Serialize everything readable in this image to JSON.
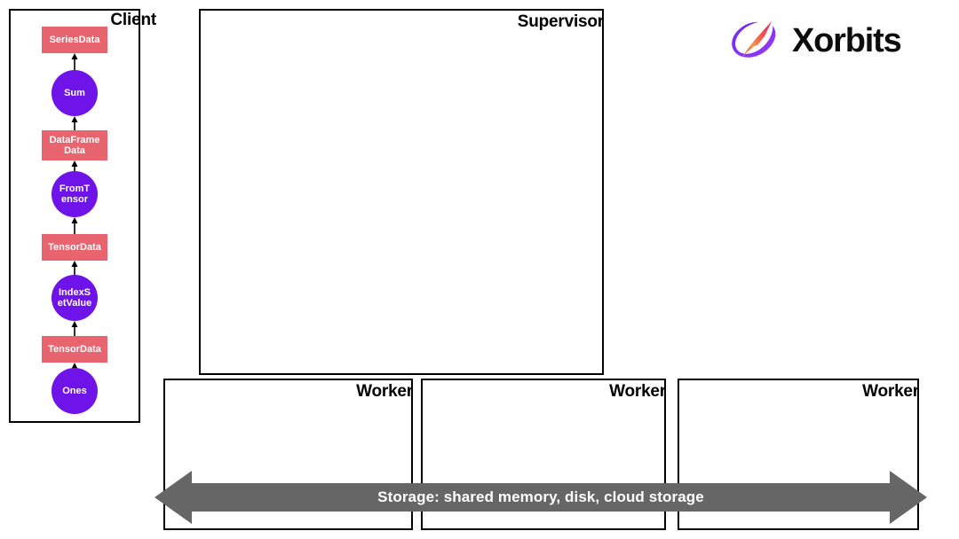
{
  "client": {
    "title": "Client",
    "graph": [
      {
        "kind": "data",
        "label": "SeriesData",
        "lines": [
          "SeriesData"
        ]
      },
      {
        "kind": "op",
        "label": "Sum",
        "lines": [
          "Sum"
        ]
      },
      {
        "kind": "data",
        "label": "DataFrameData",
        "lines": [
          "DataFrame",
          "Data"
        ]
      },
      {
        "kind": "op",
        "label": "FromTensor",
        "lines": [
          "FromT",
          "ensor"
        ]
      },
      {
        "kind": "data",
        "label": "TensorData",
        "lines": [
          "TensorData"
        ]
      },
      {
        "kind": "op",
        "label": "IndexSetValue",
        "lines": [
          "IndexS",
          "etValue"
        ]
      },
      {
        "kind": "data",
        "label": "TensorData",
        "lines": [
          "TensorData"
        ]
      },
      {
        "kind": "op",
        "label": "Ones",
        "lines": [
          "Ones"
        ]
      }
    ]
  },
  "supervisor": {
    "title": "Supervisor"
  },
  "workers": [
    {
      "title": "Worker"
    },
    {
      "title": "Worker"
    },
    {
      "title": "Worker"
    }
  ],
  "storage": {
    "label": "Storage: shared memory, disk, cloud storage",
    "color": "#666666"
  },
  "logo": {
    "wordmark": "Xorbits",
    "mark_name": "xorbits-comet-logo",
    "colors": {
      "purple": "#7b2ff7",
      "pink": "#f2295b",
      "orange": "#f0843c",
      "text": "#0d0d0d"
    }
  },
  "palette": {
    "data_node": "#e8646e",
    "op_node": "#6f14e8",
    "outline": "#000000",
    "background": "#ffffff"
  }
}
